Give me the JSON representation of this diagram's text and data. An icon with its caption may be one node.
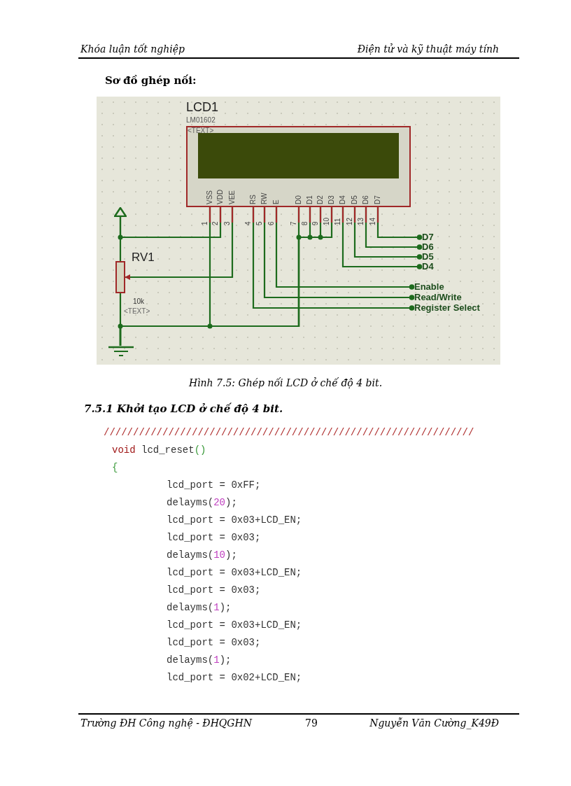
{
  "diagram": {
    "title": "Sơ đồ ghép nối:",
    "caption": "Hình 7.5: Ghép nối LCD ở chế độ 4 bit.",
    "nodes": [
      {
        "text": [
          "LCD1",
          "LM01602",
          "<TEXT>"
        ]
      },
      {
        "text": [],
        "shape": "triangle"
      },
      {
        "text": [
          "RV1",
          "10k",
          "<TEXT>"
        ]
      },
      {
        "text": [],
        "shape": "bar"
      },
      {
        "text": [
          "D7"
        ]
      },
      {
        "text": [
          "D6"
        ]
      },
      {
        "text": [
          "D5"
        ]
      },
      {
        "text": [
          "D4"
        ]
      },
      {
        "text": [
          "Enable"
        ]
      },
      {
        "text": [
          "Read/Write"
        ]
      },
      {
        "text": [
          "Register Select"
        ]
      }
    ],
    "edges": [
      {
        "from": 0,
        "to": 1,
        "arrow": "none"
      },
      {
        "from": 0,
        "to": 2,
        "arrow": "to"
      },
      {
        "from": 0,
        "to": 3,
        "arrow": "none"
      },
      {
        "from": 0,
        "to": 3,
        "arrow": "none"
      },
      {
        "from": 0,
        "to": 3,
        "arrow": "none"
      },
      {
        "from": 0,
        "to": 3,
        "arrow": "none"
      },
      {
        "from": 0,
        "to": 3,
        "arrow": "none"
      },
      {
        "from": 1,
        "to": 2,
        "arrow": "none"
      },
      {
        "from": 2,
        "to": 3,
        "arrow": "none"
      },
      {
        "from": 0,
        "to": 4,
        "arrow": "other"
      },
      {
        "from": 0,
        "to": 5,
        "arrow": "other"
      },
      {
        "from": 0,
        "to": 6,
        "arrow": "other"
      },
      {
        "from": 0,
        "to": 7,
        "arrow": "other"
      },
      {
        "from": 0,
        "to": 8,
        "arrow": "other"
      },
      {
        "from": 0,
        "to": 9,
        "arrow": "other"
      },
      {
        "from": 0,
        "to": 10,
        "arrow": "other"
      }
    ],
    "labels": [
      "Khóa luận tốt nghiệp",
      "Điện tử và kỹ thuật máy tính",
      "VSS",
      "VDD",
      "VEE",
      "RS",
      "RW",
      "E",
      "D0",
      "D1",
      "D2",
      "D3",
      "D4",
      "D5",
      "D6",
      "D7",
      "1",
      "2",
      "3",
      "4",
      "5",
      "6",
      "7",
      "8",
      "9",
      "10",
      "11",
      "12",
      "13",
      "14",
      "7.5.1 Khởi tạo LCD ở chế độ 4 bit.",
      "///////////////////////////////////////////////////////////////",
      "void lcd_reset()",
      "{",
      "lcd_port = 0xFF;",
      "delayms(20);",
      "lcd_port = 0x03+LCD_EN;",
      "lcd_port = 0x03;",
      "delayms(10);",
      "lcd_port = 0x03+LCD_EN;",
      "lcd_port = 0x03;",
      "delayms(1);",
      "lcd_port = 0x03+LCD_EN;",
      "lcd_port = 0x03;",
      "delayms(1);",
      "lcd_port = 0x02+LCD_EN;",
      "Trường ĐH Công nghệ - ĐHQGHN",
      "79",
      "Nguyễn Văn Cường_K49Đ"
    ]
  }
}
